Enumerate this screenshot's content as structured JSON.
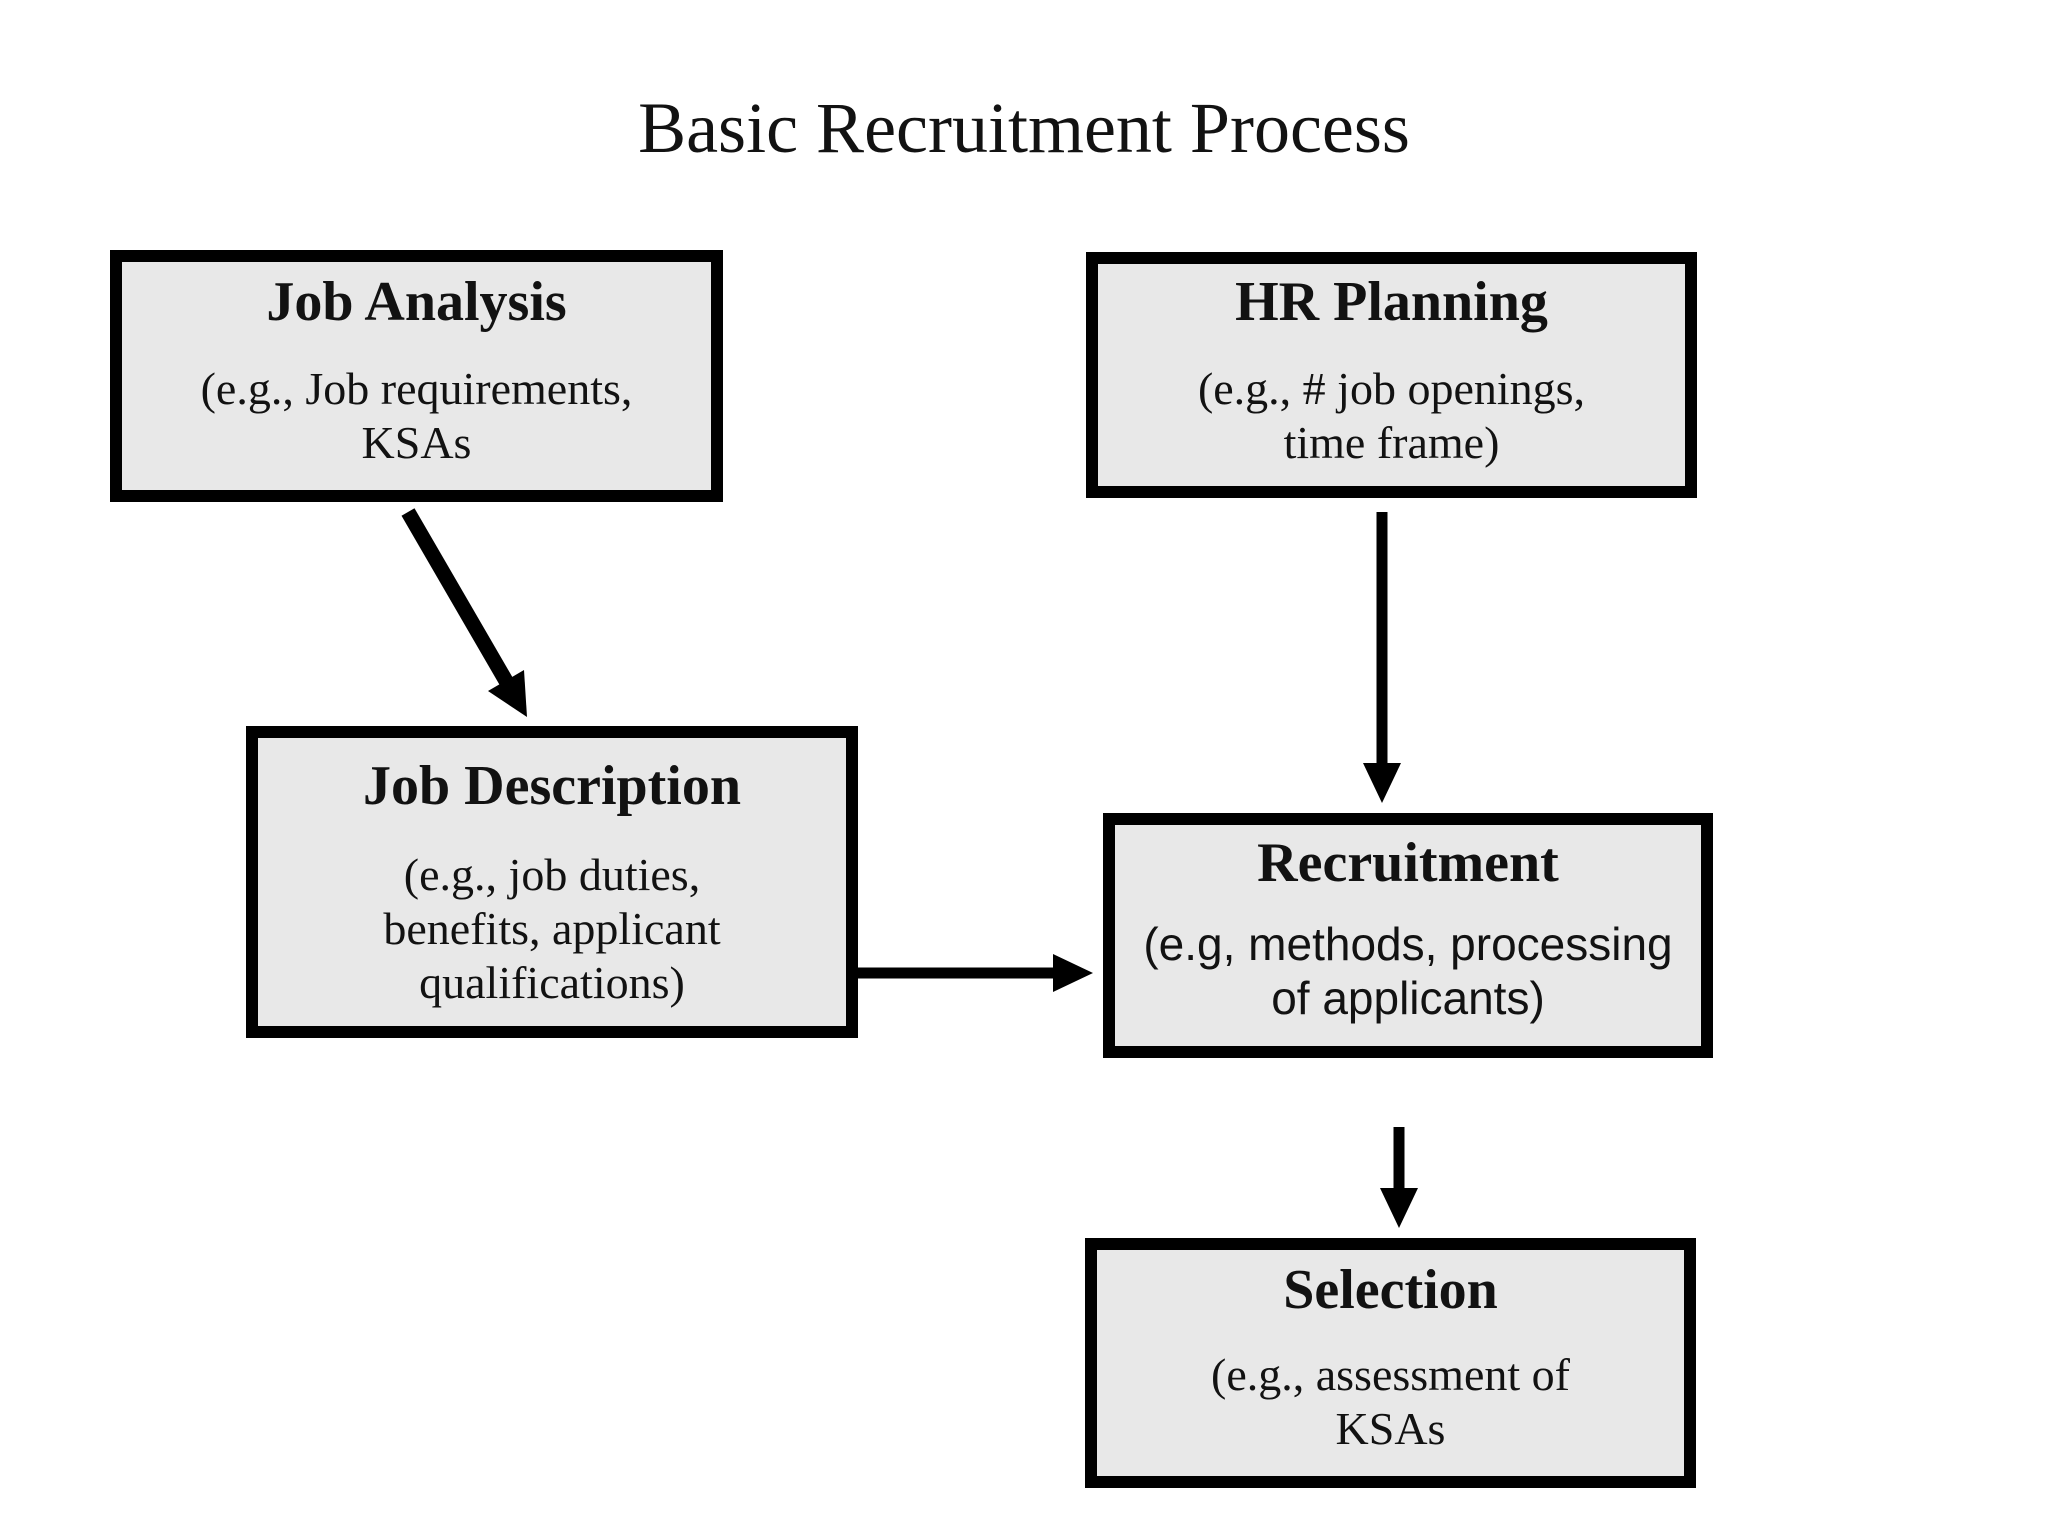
{
  "title": "Basic Recruitment Process",
  "nodes": {
    "job_analysis": {
      "heading": "Job Analysis",
      "body": "(e.g., Job requirements,\nKSAs"
    },
    "hr_planning": {
      "heading": "HR Planning",
      "body": "(e.g., # job openings,\ntime frame)"
    },
    "job_description": {
      "heading": "Job Description",
      "body": "(e.g., job duties,\nbenefits, applicant\nqualifications)"
    },
    "recruitment": {
      "heading": "Recruitment",
      "body": "(e.g, methods, processing\nof applicants)"
    },
    "selection": {
      "heading": "Selection",
      "body": "(e.g., assessment of\nKSAs"
    }
  },
  "edges": [
    {
      "from": "Job Analysis",
      "to": "Job Description"
    },
    {
      "from": "HR Planning",
      "to": "Recruitment"
    },
    {
      "from": "Job Description",
      "to": "Recruitment"
    },
    {
      "from": "Recruitment",
      "to": "Selection"
    }
  ],
  "colors": {
    "background": "#ffffff",
    "box_fill": "#e8e8e8",
    "box_border": "#000000",
    "text": "#121212",
    "arrow": "#000000"
  }
}
